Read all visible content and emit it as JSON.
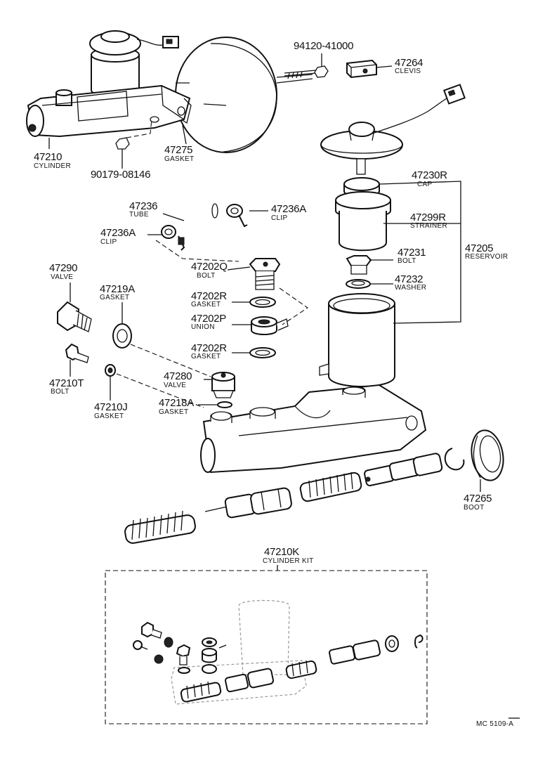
{
  "labels": {
    "p47210": {
      "number": "47210",
      "name": "CYLINDER"
    },
    "p47275": {
      "number": "47275",
      "name": "GASKET"
    },
    "p90179": {
      "number": "90179-08146"
    },
    "p94120": {
      "number": "94120-41000"
    },
    "p47264": {
      "number": "47264",
      "name": "CLEVIS"
    },
    "p47230R": {
      "number": "47230R",
      "name": "CAP"
    },
    "p47299R": {
      "number": "47299R",
      "name": "STRAINER"
    },
    "p47231": {
      "number": "47231",
      "name": "BOLT"
    },
    "p47232": {
      "number": "47232",
      "name": "WASHER"
    },
    "p47205": {
      "number": "47205",
      "name": "RESERVOIR"
    },
    "p47236": {
      "number": "47236",
      "name": "TUBE"
    },
    "p47236A_r": {
      "number": "47236A",
      "name": "CLIP"
    },
    "p47236A_l": {
      "number": "47236A",
      "name": "CLIP"
    },
    "p47290": {
      "number": "47290",
      "name": "VALVE"
    },
    "p47219A": {
      "number": "47219A",
      "name": "GASKET"
    },
    "p47202Q": {
      "number": "47202Q",
      "name": "BOLT"
    },
    "p47202R_a": {
      "number": "47202R",
      "name": "GASKET"
    },
    "p47202P": {
      "number": "47202P",
      "name": "UNION"
    },
    "p47202R_b": {
      "number": "47202R",
      "name": "GASKET"
    },
    "p47210T": {
      "number": "47210T",
      "name": "BOLT"
    },
    "p47280": {
      "number": "47280",
      "name": "VALVE"
    },
    "p47218A": {
      "number": "47218A",
      "name": "GASKET"
    },
    "p47210J": {
      "number": "47210J",
      "name": "GASKET"
    },
    "p47265": {
      "number": "47265",
      "name": "BOOT"
    },
    "p47210K": {
      "number": "47210K",
      "name": "CYLINDER KIT"
    }
  },
  "figure_code": "MC 5109-A"
}
